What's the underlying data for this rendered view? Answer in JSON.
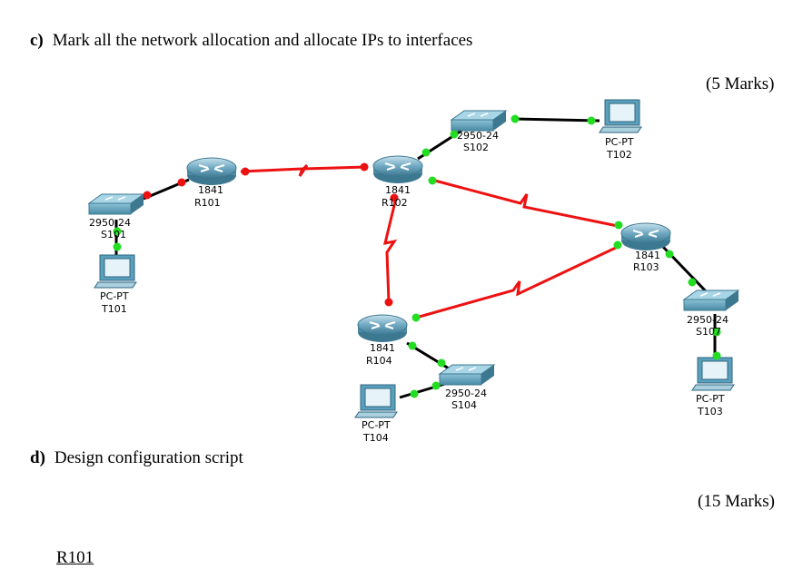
{
  "question_c": {
    "letter": "c)",
    "text": "Mark all the network allocation and allocate IPs to interfaces",
    "marks": "(5 Marks)"
  },
  "question_d": {
    "letter": "d)",
    "text": "Design configuration script",
    "marks": "(15 Marks)"
  },
  "script_heading": "R101",
  "devices": {
    "R101": {
      "model": "1841",
      "name": "R101"
    },
    "R102": {
      "model": "1841",
      "name": "R102"
    },
    "R103": {
      "model": "1841",
      "name": "R103"
    },
    "R104": {
      "model": "1841",
      "name": "R104"
    },
    "S101": {
      "model": "2950-24",
      "name": "S101"
    },
    "S102": {
      "model": "2950-24",
      "name": "S102"
    },
    "S104": {
      "model": "2950-24",
      "name": "S104"
    },
    "S107": {
      "model": "2950-24",
      "name": "S107"
    },
    "T101": {
      "model": "PC-PT",
      "name": "T101"
    },
    "T102": {
      "model": "PC-PT",
      "name": "T102"
    },
    "T103": {
      "model": "PC-PT",
      "name": "T103"
    },
    "T104": {
      "model": "PC-PT",
      "name": "T104"
    }
  },
  "colors": {
    "serial_link": "#ee1111",
    "ethernet_link": "#000000",
    "port_up": "#22dd22",
    "port_down": "#ee1111",
    "device": "#5aa0bd"
  }
}
